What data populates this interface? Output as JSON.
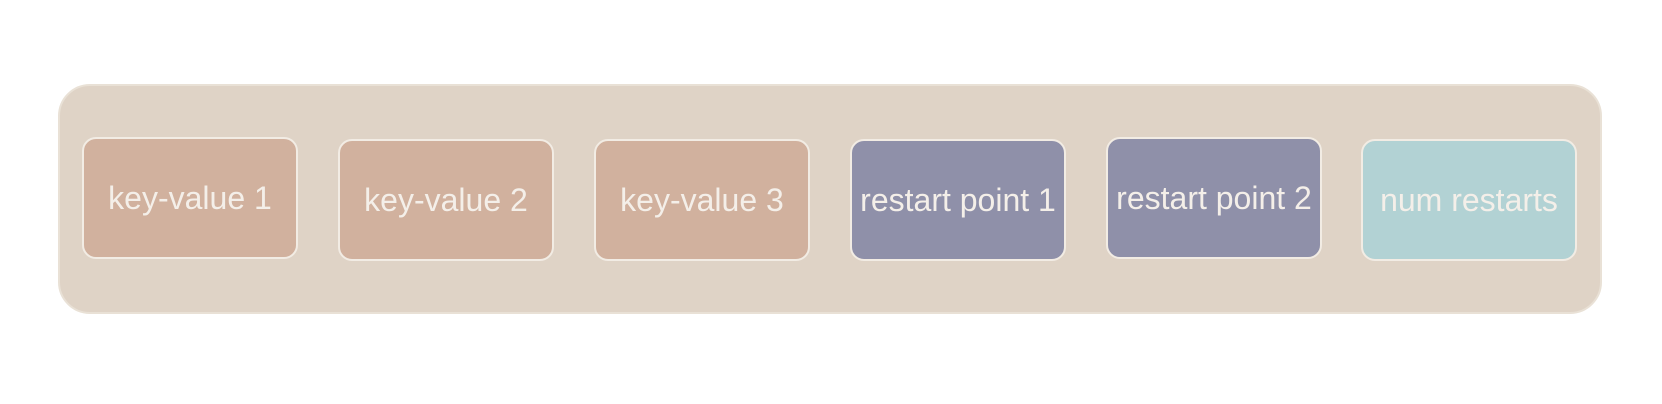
{
  "colors": {
    "container_bg": "#dfd3c6",
    "key_value": "#d1b19e",
    "restart_point": "#8f90a9",
    "num_restarts": "#b2d2d4"
  },
  "blocks": [
    {
      "label": "key-value 1",
      "kind": "key_value"
    },
    {
      "label": "key-value 2",
      "kind": "key_value"
    },
    {
      "label": "key-value 3",
      "kind": "key_value"
    },
    {
      "label": "restart point 1",
      "kind": "restart_point"
    },
    {
      "label": "restart point 2",
      "kind": "restart_point"
    },
    {
      "label": "num restarts",
      "kind": "num_restarts"
    }
  ]
}
